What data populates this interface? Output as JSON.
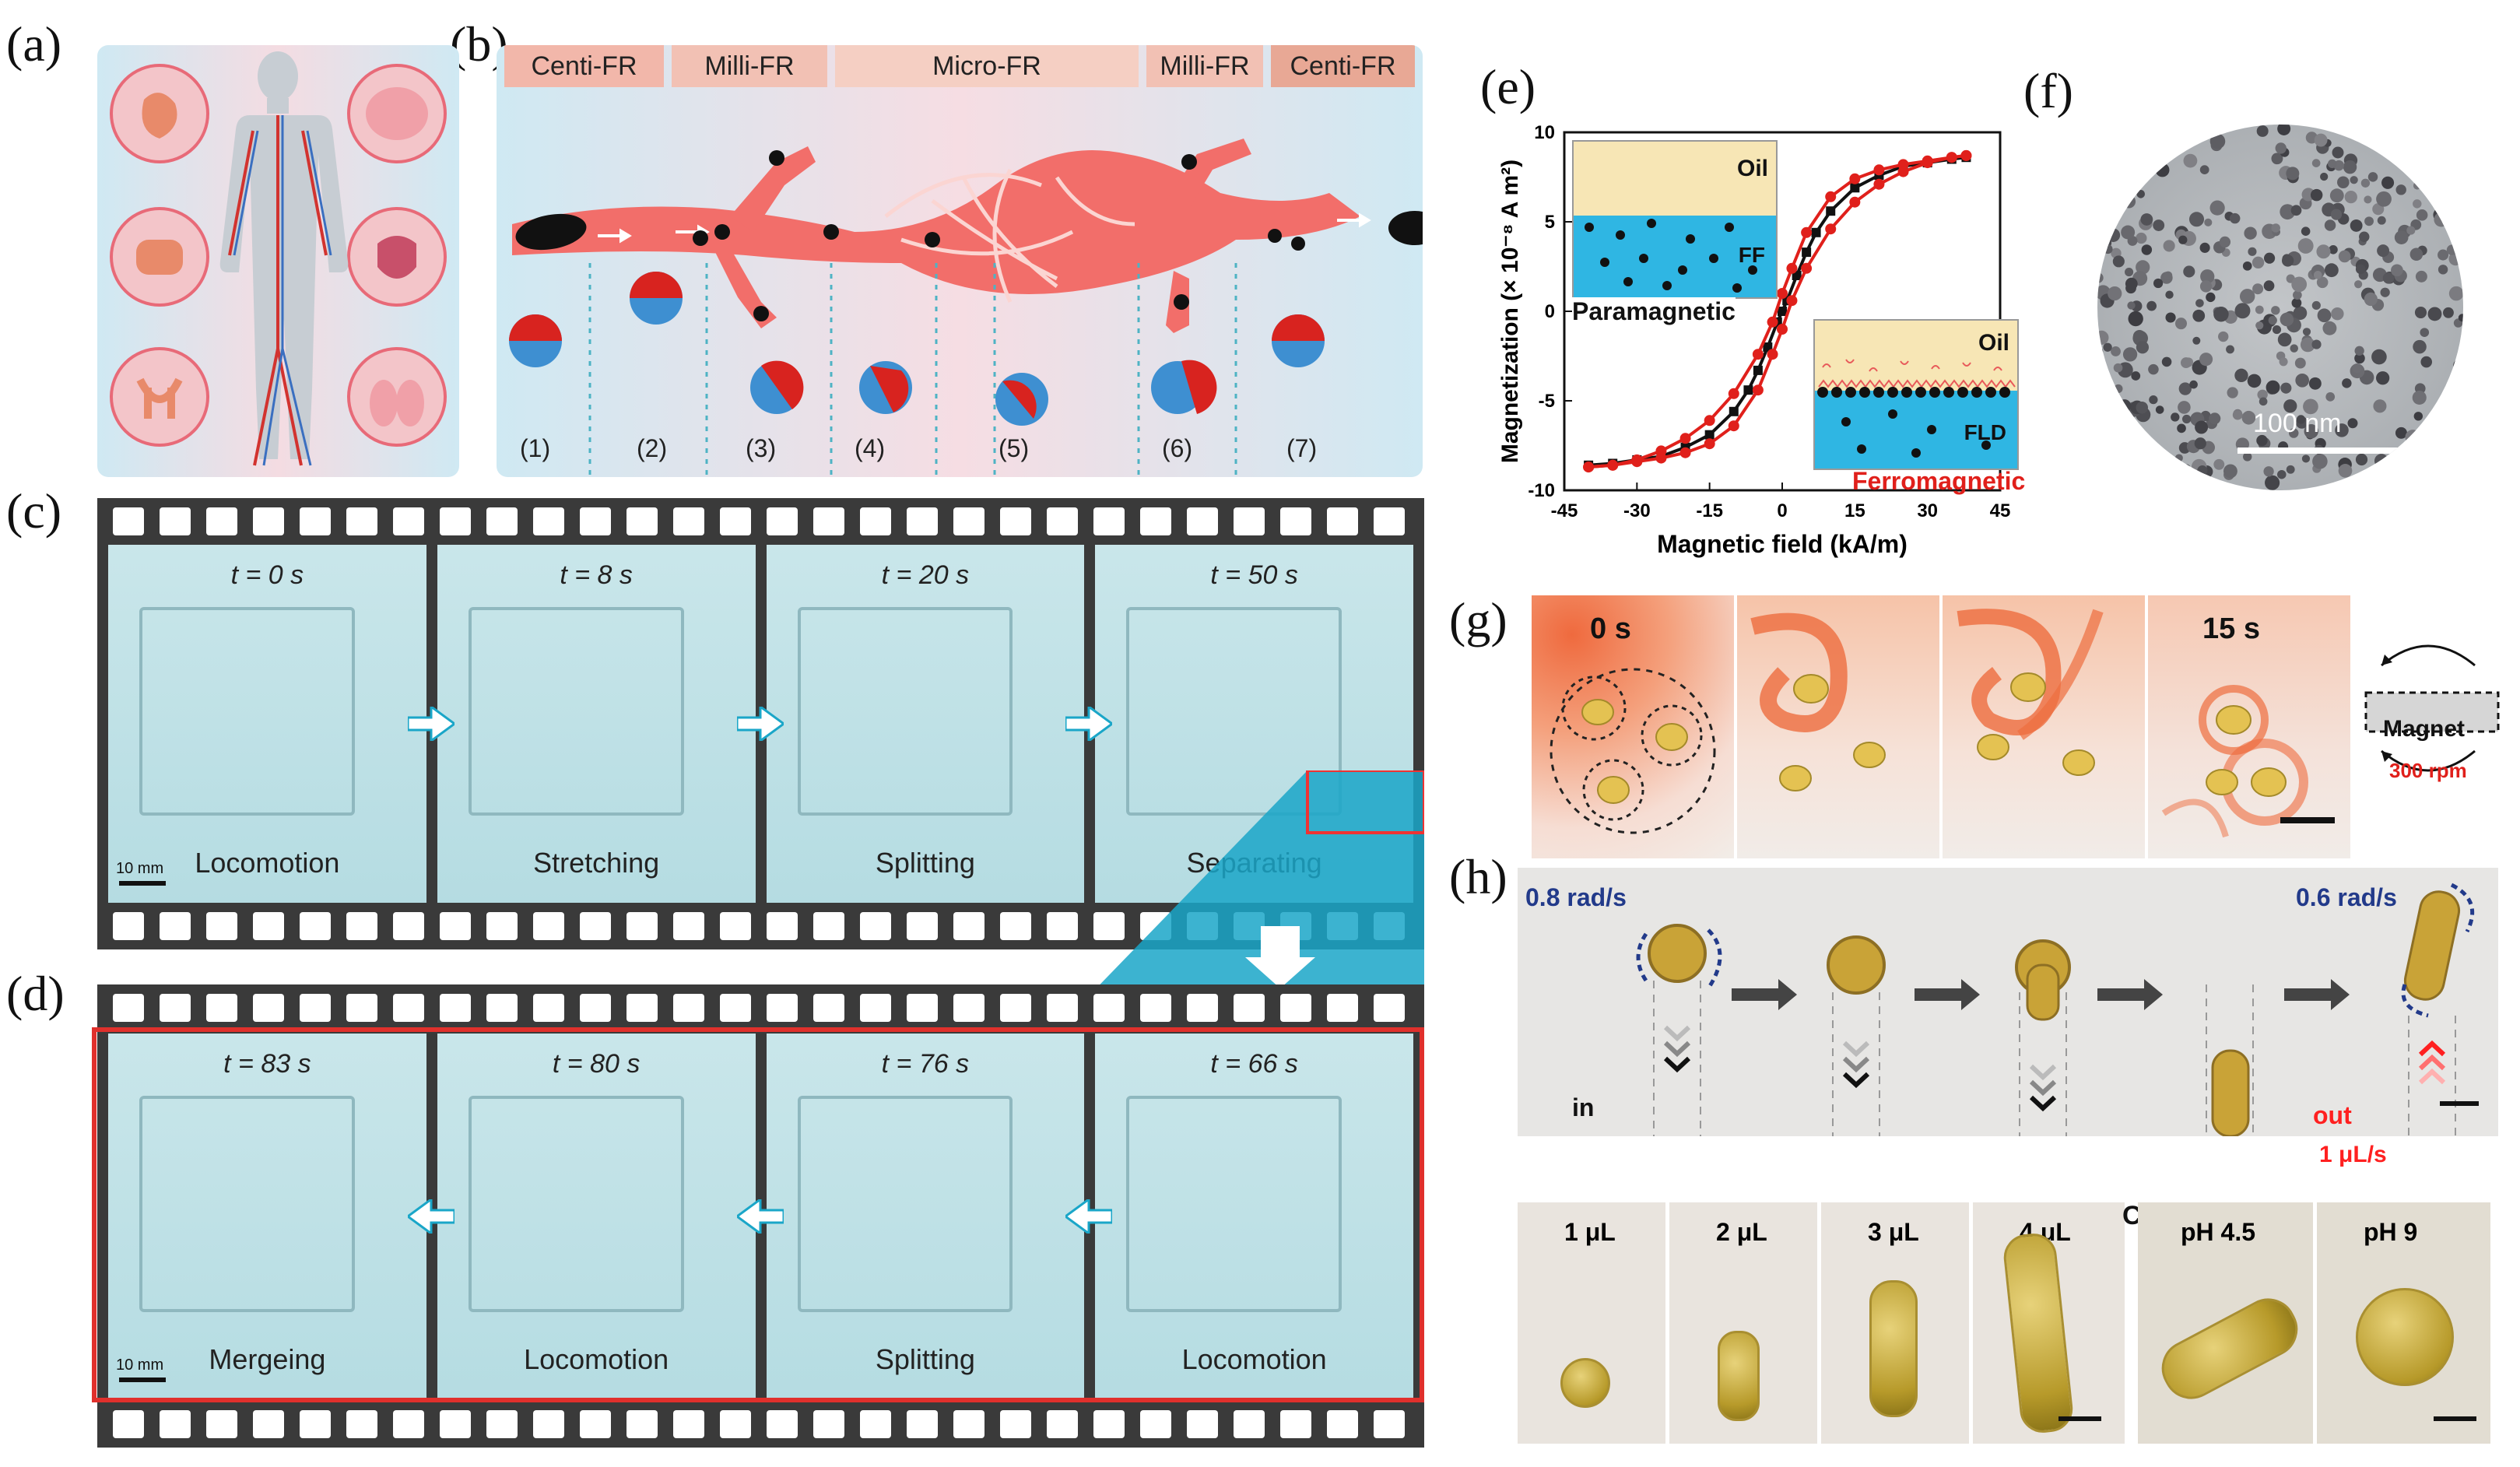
{
  "panel_labels": [
    "(a)",
    "(b)",
    "(c)",
    "(d)",
    "(e)",
    "(f)",
    "(g)",
    "(h)"
  ],
  "panel_b": {
    "regimes": [
      "Centi-FR",
      "Milli-FR",
      "Micro-FR",
      "Milli-FR",
      "Centi-FR"
    ],
    "steps": [
      "(1)",
      "(2)",
      "(3)",
      "(4)",
      "(5)",
      "(6)",
      "(7)"
    ]
  },
  "panel_c": {
    "frames": [
      {
        "time": "t = 0 s",
        "label": "Locomotion"
      },
      {
        "time": "t = 8 s",
        "label": "Stretching"
      },
      {
        "time": "t = 20 s",
        "label": "Splitting"
      },
      {
        "time": "t = 50 s",
        "label": "Separating"
      }
    ],
    "scale": "10 mm"
  },
  "panel_d": {
    "frames": [
      {
        "time": "t = 83 s",
        "label": "Mergeing"
      },
      {
        "time": "t = 80 s",
        "label": "Locomotion"
      },
      {
        "time": "t = 76 s",
        "label": "Splitting"
      },
      {
        "time": "t = 66 s",
        "label": "Locomotion"
      }
    ],
    "scale": "10 mm"
  },
  "panel_e": {
    "insets": {
      "top_oil": "Oil",
      "top_fluid": "FF",
      "top_caption": "Paramagnetic",
      "bottom_oil": "Oil",
      "bottom_fluid": "FLD",
      "bottom_caption": "Ferromagnetic"
    },
    "colors": {
      "black_series": "#111111",
      "red_series": "#e0201b"
    }
  },
  "chart_data": {
    "type": "line",
    "xlabel": "Magnetic field (kA/m)",
    "ylabel": "Magnetization (× 10⁻⁸ A m²)",
    "xlim": [
      -45,
      45
    ],
    "ylim": [
      -10,
      10
    ],
    "xticks": [
      "-45",
      "-30",
      "-15",
      "0",
      "15",
      "30",
      "45"
    ],
    "yticks": [
      "-10",
      "-5",
      "0",
      "5",
      "10"
    ],
    "series": [
      {
        "color": "#111111",
        "x": [
          -40,
          -35,
          -30,
          -25,
          -20,
          -15,
          -10,
          -7,
          -5,
          -3,
          -1,
          0,
          1,
          3,
          5,
          7,
          10,
          15,
          20,
          25,
          30,
          35,
          38
        ],
        "y": [
          -8.6,
          -8.5,
          -8.3,
          -8.1,
          -7.6,
          -6.9,
          -5.6,
          -4.4,
          -3.3,
          -2.0,
          -0.6,
          0,
          0.6,
          2.0,
          3.3,
          4.4,
          5.6,
          6.9,
          7.6,
          8.1,
          8.3,
          8.5,
          8.6
        ]
      },
      {
        "color": "#e0201b",
        "x": [
          -40,
          -35,
          -30,
          -25,
          -20,
          -15,
          -10,
          -5,
          -2,
          0,
          2,
          5,
          10,
          15,
          20,
          25,
          30,
          35,
          38
        ],
        "y": [
          -8.7,
          -8.6,
          -8.4,
          -8.2,
          -7.9,
          -7.4,
          -6.4,
          -4.4,
          -2.4,
          -1.0,
          0.6,
          2.4,
          4.6,
          6.1,
          7.1,
          7.8,
          8.3,
          8.6,
          8.7
        ]
      },
      {
        "color": "#e0201b",
        "x": [
          -40,
          -35,
          -30,
          -25,
          -20,
          -15,
          -10,
          -5,
          -2,
          0,
          2,
          5,
          10,
          15,
          20,
          25,
          30,
          35,
          38
        ],
        "y": [
          -8.7,
          -8.6,
          -8.3,
          -7.8,
          -7.1,
          -6.1,
          -4.6,
          -2.4,
          -0.6,
          1.0,
          2.4,
          4.4,
          6.4,
          7.4,
          7.9,
          8.2,
          8.4,
          8.6,
          8.7
        ]
      }
    ]
  },
  "panel_f": {
    "scale": "100 nm"
  },
  "panel_g": {
    "times": [
      "0 s",
      "15 s"
    ],
    "magnet_label": "Magnet",
    "rpm": "300 rpm"
  },
  "panel_h": {
    "rate_left": "0.8 rad/s",
    "rate_right": "0.6 rad/s",
    "in_label": "in",
    "out_label": "out",
    "flow_rate": "1 μL/s",
    "volumes": [
      "1 μL",
      "2 μL",
      "3 μL",
      "4 μL"
    ],
    "c_label": "C",
    "ph": [
      "pH 4.5",
      "pH 9"
    ]
  }
}
